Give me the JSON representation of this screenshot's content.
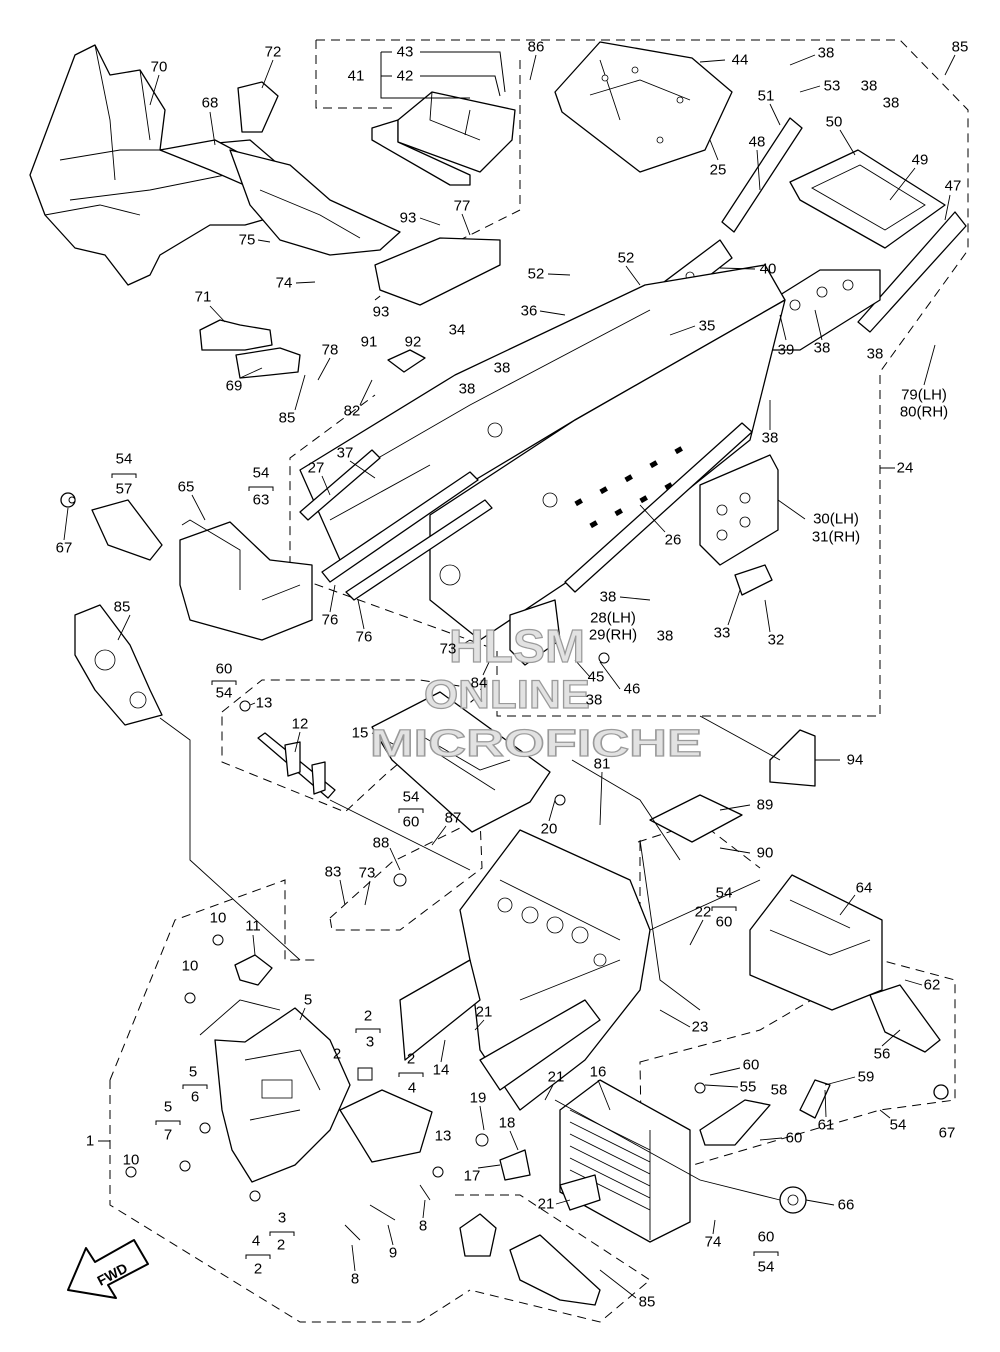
{
  "diagram": {
    "callouts": [
      "70",
      "72",
      "68",
      "43",
      "41",
      "42",
      "86",
      "44",
      "38",
      "85",
      "53",
      "38",
      "51",
      "38",
      "50",
      "48",
      "49",
      "25",
      "47",
      "75",
      "93",
      "77",
      "74",
      "52",
      "52",
      "40",
      "36",
      "35",
      "71",
      "93",
      "34",
      "91",
      "92",
      "78",
      "38",
      "38",
      "39",
      "38",
      "38",
      "79(LH)",
      "80(RH)",
      "69",
      "85",
      "82",
      "38",
      "24",
      "54",
      "57",
      "27",
      "37",
      "54",
      "63",
      "65",
      "67",
      "30(LH)",
      "31(RH)",
      "26",
      "85",
      "38",
      "28(LH)",
      "29(RH)",
      "38",
      "33",
      "32",
      "76",
      "76",
      "73",
      "84",
      "45",
      "46",
      "38",
      "60",
      "54",
      "13",
      "12",
      "15",
      "94",
      "81",
      "54",
      "60",
      "87",
      "20",
      "89",
      "90",
      "88",
      "83",
      "73",
      "54",
      "60",
      "64",
      "22",
      "10",
      "11",
      "10",
      "62",
      "5",
      "2",
      "3",
      "21",
      "23",
      "56",
      "2",
      "2",
      "4",
      "14",
      "5",
      "6",
      "60",
      "59",
      "55",
      "58",
      "21",
      "16",
      "5",
      "7",
      "19",
      "18",
      "61",
      "54",
      "67",
      "1",
      "60",
      "13",
      "10",
      "17",
      "21",
      "66",
      "3",
      "8",
      "4",
      "2",
      "9",
      "60",
      "74",
      "2",
      "54",
      "8",
      "85"
    ],
    "fwd_label": "FWD",
    "watermark": {
      "line1": "HLSM",
      "line2": "ONLINE",
      "line3": "MICROFICHE"
    },
    "colors": {
      "line": "#000000",
      "background": "#ffffff",
      "watermark_fill": "#e2e2e2",
      "watermark_stroke": "#9a9a9a"
    }
  }
}
